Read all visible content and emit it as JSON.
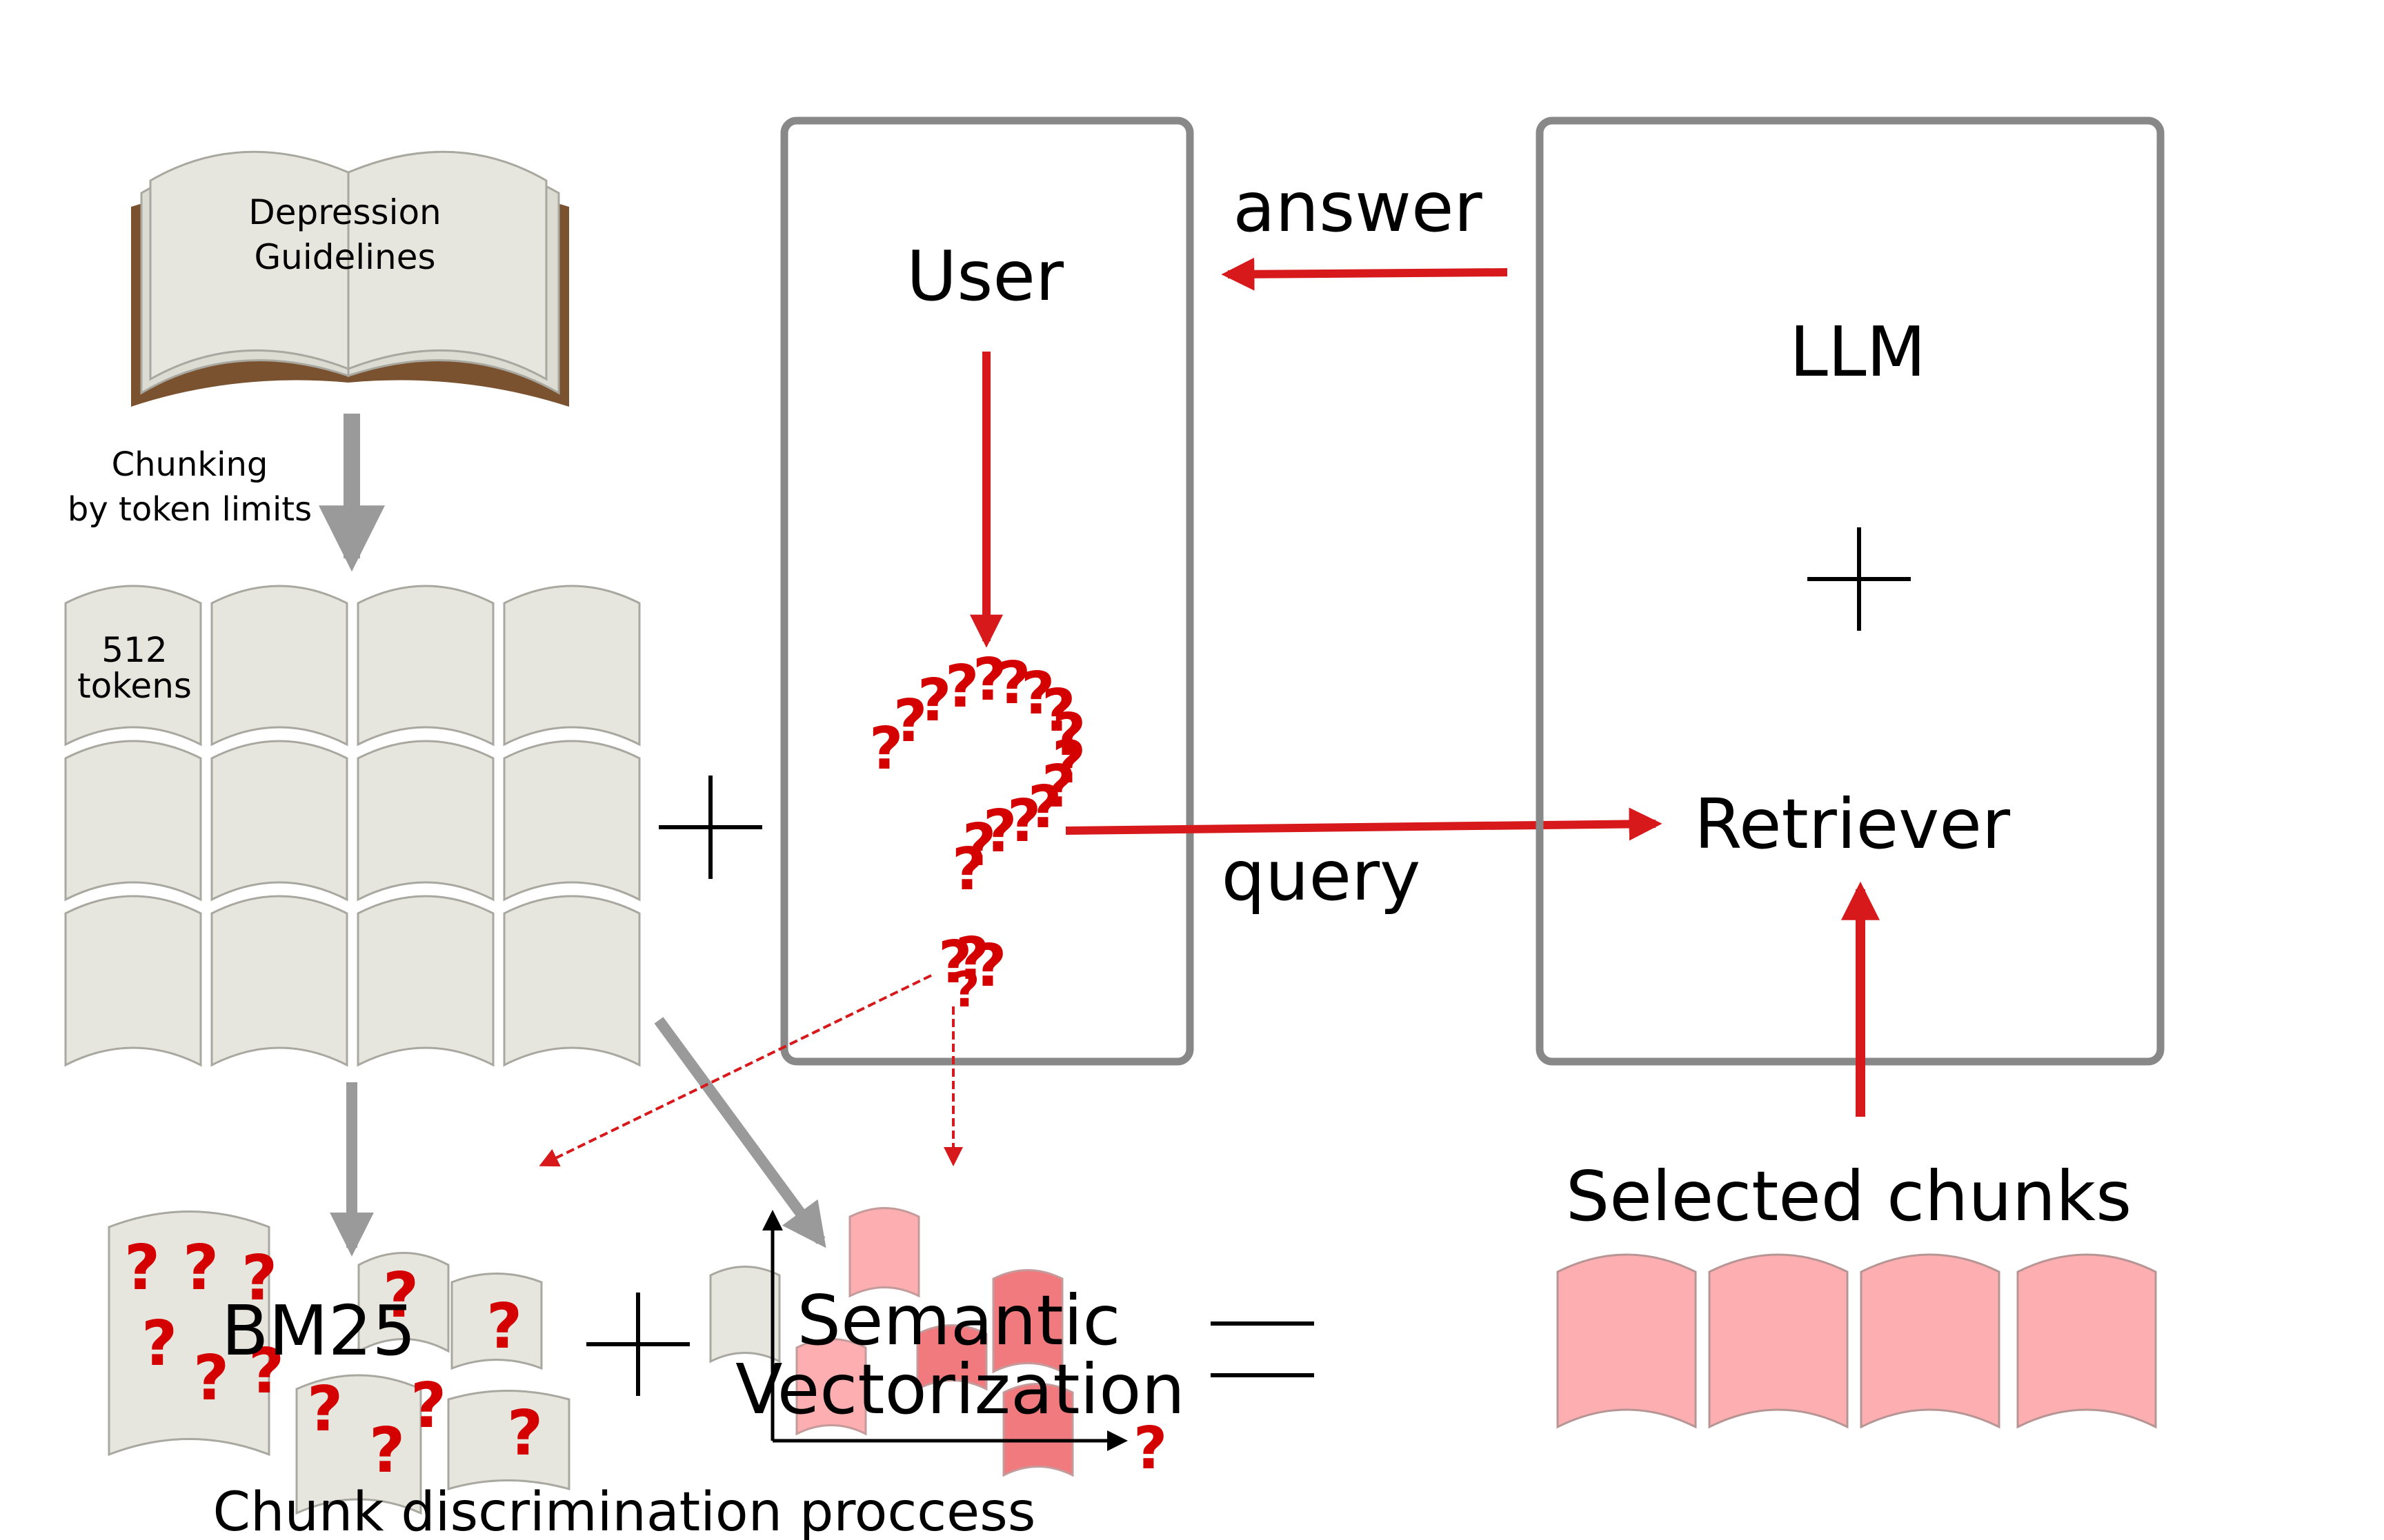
{
  "book": {
    "title_line1": "Depression",
    "title_line2": "Guidelines"
  },
  "chunking": {
    "line1": "Chunking",
    "line2": "by token limits"
  },
  "chunk_label": {
    "line1": "512",
    "line2": "tokens"
  },
  "user": {
    "label": "User"
  },
  "llm": {
    "label": "LLM"
  },
  "retriever": {
    "label": "Retriever"
  },
  "edges": {
    "answer": "answer",
    "query": "query"
  },
  "bm25": {
    "label": "BM25"
  },
  "semantic": {
    "line1": "Semantic",
    "line2": "Vectorization"
  },
  "selected": {
    "label": "Selected chunks"
  },
  "process": {
    "label": "Chunk discrimination proccess"
  },
  "glyphs": {
    "question_mark": "?"
  },
  "colors": {
    "arrow_red": "#d7191c",
    "question_red": "#d40000",
    "box_gray": "#888888",
    "gray_arrow": "#9a9a9a",
    "page_fill": "#e6e6de",
    "page_stroke": "#a8a8a0",
    "chunk_pink": "#fcaeb0",
    "chunk_pink_dark": "#f07a7e",
    "book_cover": "#7a5230"
  }
}
